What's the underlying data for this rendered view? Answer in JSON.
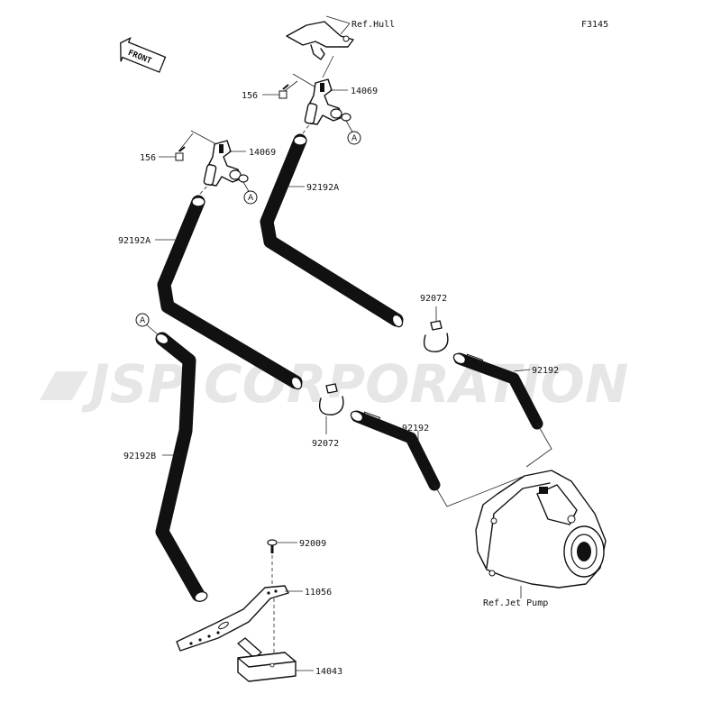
{
  "figure_code": "F3145",
  "watermark": "JSP CORPORATION",
  "front_label": "FRONT",
  "references": {
    "hull": "Ref.Hull",
    "jet_pump": "Ref.Jet Pump"
  },
  "callout_letter": "A",
  "parts": {
    "p156": "156",
    "p14069": "14069",
    "p92192A": "92192A",
    "p92192": "92192",
    "p92192B": "92192B",
    "p92072": "92072",
    "p92009": "92009",
    "p11056": "11056",
    "p14043": "14043"
  }
}
